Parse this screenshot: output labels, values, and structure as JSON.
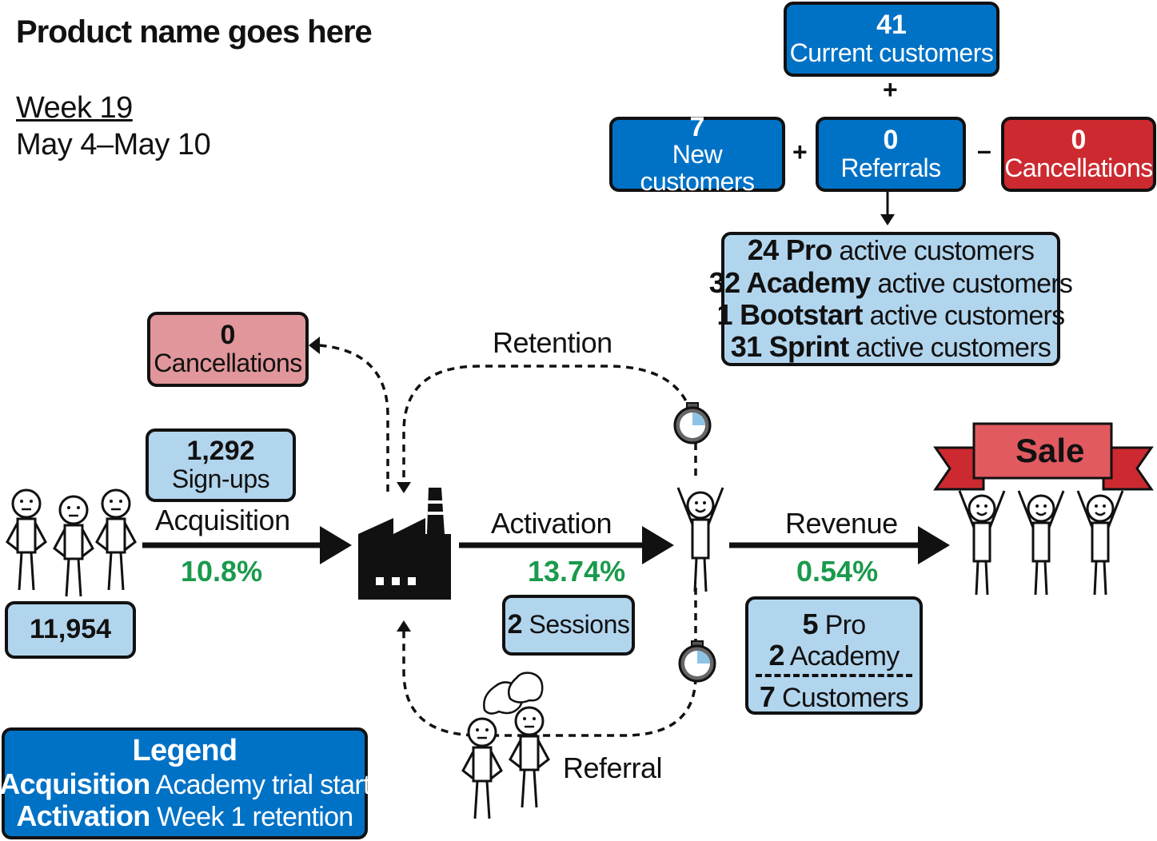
{
  "header": {
    "title": "Product name goes here",
    "week": "Week 19",
    "dates": "May 4–May 10"
  },
  "customers": {
    "current": {
      "value": "41",
      "label": "Current customers"
    },
    "plus_top": "+",
    "new": {
      "value": "7",
      "label": "New customers"
    },
    "plus_mid": "+",
    "referrals": {
      "value": "0",
      "label": "Referrals"
    },
    "minus": "–",
    "cancellations": {
      "value": "0",
      "label": "Cancellations"
    }
  },
  "active": [
    {
      "count_plan": "24 Pro",
      "rest": "active customers"
    },
    {
      "count_plan": "32 Academy",
      "rest": "active customers"
    },
    {
      "count_plan": "1 Bootstart",
      "rest": "active customers"
    },
    {
      "count_plan": "31 Sprint",
      "rest": "active customers"
    }
  ],
  "funnel": {
    "cancel": {
      "value": "0",
      "label": "Cancellations"
    },
    "signups": {
      "value": "1,292",
      "label": "Sign-ups"
    },
    "visitors": "11,954",
    "acquisition": {
      "label": "Acquisition",
      "rate": "10.8%"
    },
    "activation": {
      "label": "Activation",
      "rate": "13.74%"
    },
    "revenue": {
      "label": "Revenue",
      "rate": "0.54%"
    },
    "retention": "Retention",
    "referral": "Referral",
    "sessions": {
      "value": "2",
      "label": "Sessions"
    },
    "sale": "Sale",
    "revenue_breakdown": [
      {
        "value": "5",
        "label": "Pro"
      },
      {
        "value": "2",
        "label": "Academy"
      }
    ],
    "revenue_total": {
      "value": "7",
      "label": "Customers"
    }
  },
  "legend": {
    "title": "Legend",
    "rows": [
      {
        "term": "Acquisition",
        "desc": "Academy trial start"
      },
      {
        "term": "Activation",
        "desc": "Week 1 retention"
      }
    ]
  },
  "colors": {
    "dark_blue": "#0072c6",
    "light_blue": "#b2d5ee",
    "red": "#cc2a30",
    "pink": "#e0969a",
    "green": "#1a9a4c"
  }
}
